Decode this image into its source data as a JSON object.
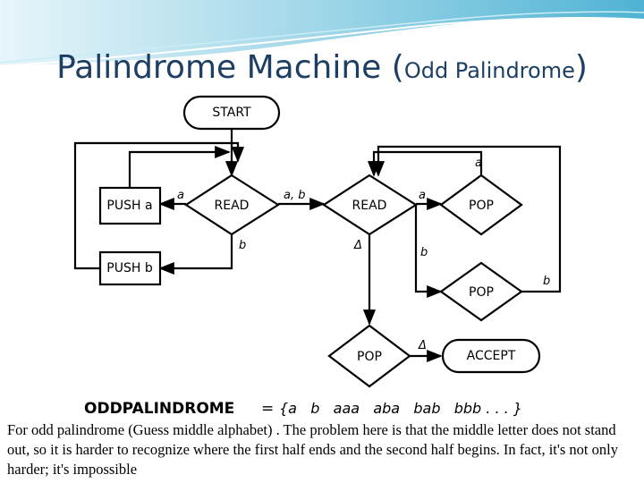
{
  "slide": {
    "title_main": "Palindrome Machine (",
    "title_small": "Odd Palindrome",
    "title_close": ")",
    "caption": "For odd palindrome   (Guess middle alphabet)   . The problem here is that  the middle letter does not stand out, so it  is  harder to  recognize  where the first  half ends and the second half begins. In fact, it's not only harder; it's  impossible"
  },
  "diagram": {
    "states": {
      "start": "START",
      "read1": "READ",
      "read2": "READ",
      "pop_a": "POP",
      "pop_b": "POP",
      "pop_final": "POP",
      "accept": "ACCEPT",
      "push_a": "PUSH a",
      "push_b": "PUSH b"
    },
    "edge_labels": {
      "read1_to_push_a": "a",
      "read1_to_push_b": "b",
      "read1_to_read2": "a, b",
      "read2_to_pop_a": "a",
      "read2_to_pop_b": "b",
      "read2_to_pop_final": "Δ",
      "pop_a_loop": "a",
      "pop_b_loop": "b",
      "pop_final_to_accept": "Δ"
    },
    "language_label": "ODDPALINDROME",
    "language_equals": "=",
    "language_set": "{a   b   aaa   aba   bab   bbb . . . }"
  }
}
